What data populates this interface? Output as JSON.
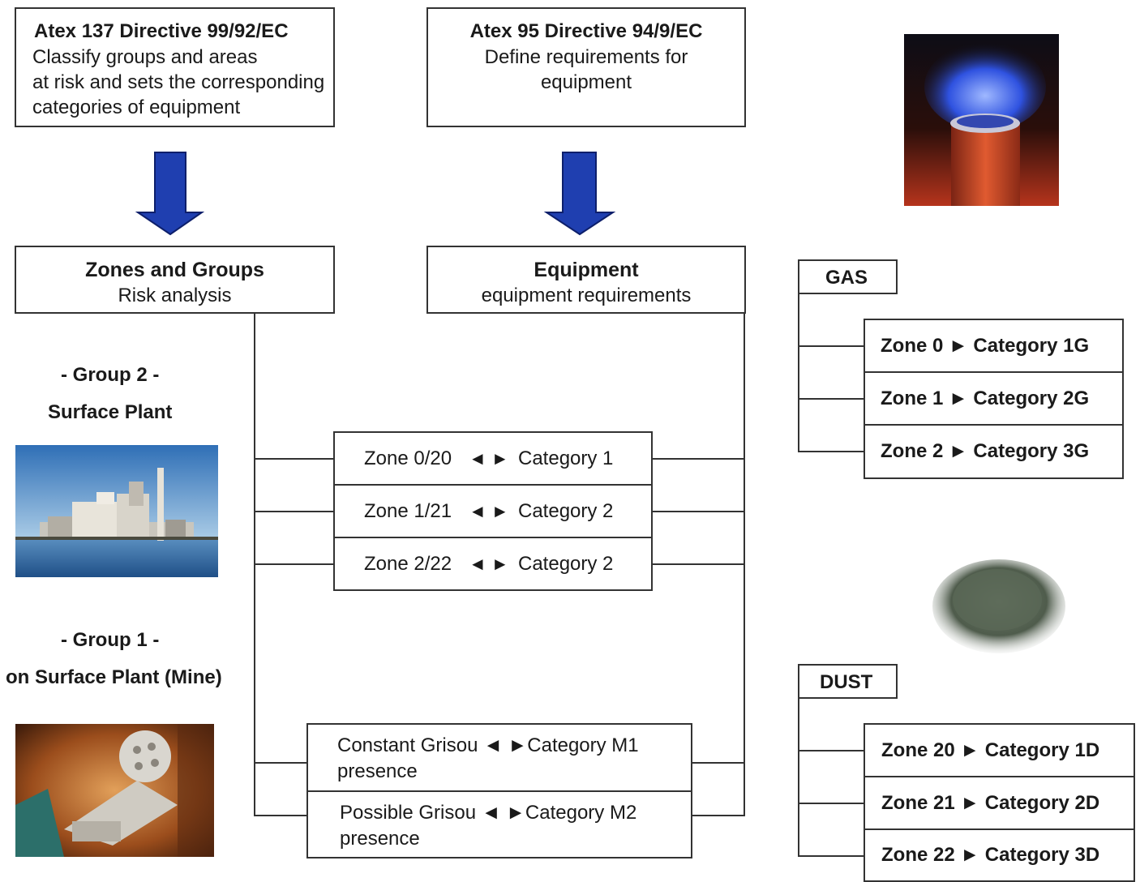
{
  "atex137": {
    "title": "Atex 137 Directive  99/92/EC",
    "lines": [
      "Classify groups and areas",
      "at risk and sets the corresponding",
      "categories of equipment"
    ]
  },
  "atex95": {
    "title": "Atex 95 Directive  94/9/EC",
    "lines": [
      "Define requirements for",
      "equipment"
    ]
  },
  "zones_groups": {
    "title": "Zones and Groups",
    "subtitle": "Risk analysis"
  },
  "equipment": {
    "title": "Equipment",
    "subtitle": "equipment  requirements"
  },
  "group2": {
    "label": "- Group 2 -",
    "name": "Surface Plant"
  },
  "group1": {
    "label": "- Group 1 -",
    "name": "on Surface Plant (Mine)"
  },
  "zone_rows": [
    {
      "zone": "Zone 0/20",
      "arrows": "◄ ►",
      "category": "Category 1"
    },
    {
      "zone": "Zone 1/21",
      "arrows": "◄ ►",
      "category": "Category 2"
    },
    {
      "zone": "Zone 2/22",
      "arrows": "◄ ►",
      "category": "Category 2"
    }
  ],
  "mine_rows": [
    {
      "line1": "Constant Grisou  ◄ ►Category M1",
      "line2": "presence"
    },
    {
      "line1": "Possible Grisou  ◄ ►Category M2",
      "line2": "presence"
    }
  ],
  "gas": {
    "label": "GAS",
    "rows": [
      "Zone 0 ► Category 1G",
      "Zone 1 ► Category 2G",
      "Zone 2 ► Category 3G"
    ]
  },
  "dust": {
    "label": "DUST",
    "rows": [
      "Zone 20 ► Category 1D",
      "Zone 21 ► Category 2D",
      "Zone 22 ► Category 3D"
    ]
  },
  "colors": {
    "arrow": "#1f3fb0",
    "arrow_outline": "#0d1f6b",
    "border": "#333333"
  }
}
